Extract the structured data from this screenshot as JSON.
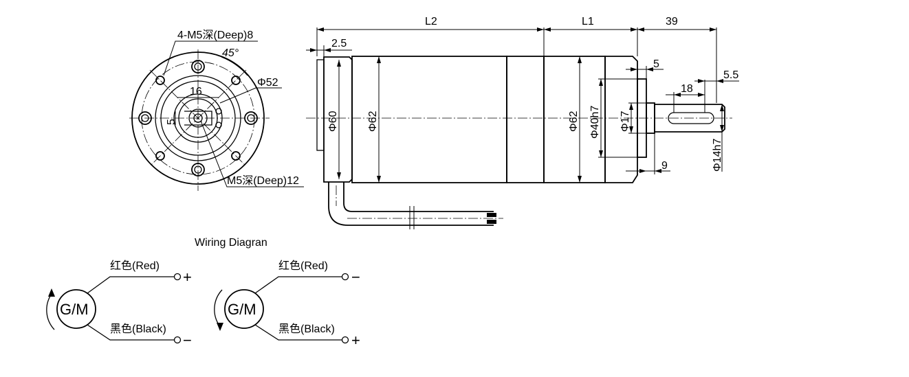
{
  "front_view": {
    "hole_label": "4-M5深(Deep)8",
    "angle_label": "45°",
    "bolt_circle_label": "Φ52",
    "shaft_label": "16",
    "flat_label": "5",
    "tap_label": "M5深(Deep)12"
  },
  "side_view": {
    "L2": "L2",
    "L1": "L1",
    "shaft_total": "39",
    "endcap": "2.5",
    "d60": "Φ60",
    "d62a": "Φ62",
    "d62b": "Φ62",
    "d40": "Φ40h7",
    "d17": "Φ17",
    "d14": "Φ14h7",
    "pilot": "5",
    "key_len": "18",
    "key_off": "5.5",
    "collar": "9"
  },
  "wiring": {
    "title": "Wiring Diagran",
    "motor_label": "G/M",
    "cw": {
      "red": "红色(Red)",
      "black": "黑色(Black)",
      "red_sign": "+",
      "black_sign": "−"
    },
    "ccw": {
      "red": "红色(Red)",
      "black": "黑色(Black)",
      "red_sign": "−",
      "black_sign": "+"
    }
  }
}
